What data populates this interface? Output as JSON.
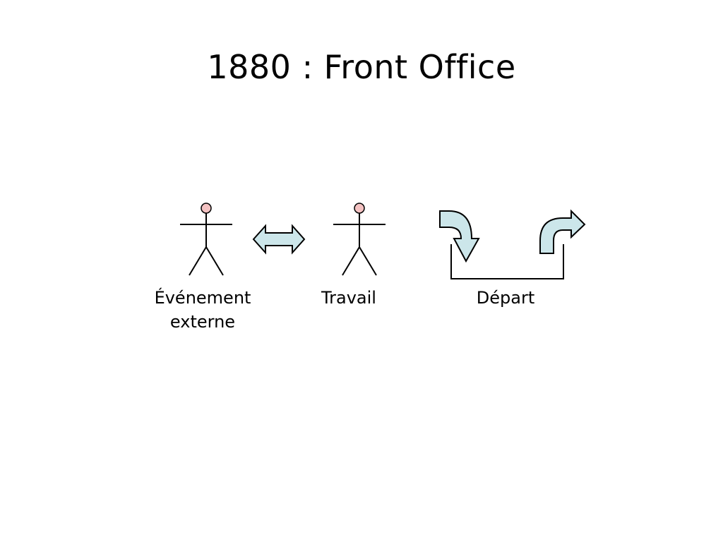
{
  "slide": {
    "title": "1880 : Front Office"
  },
  "diagram": {
    "labels": {
      "event_line1": "Événement",
      "event_line2": "externe",
      "work": "Travail",
      "departure": "Départ"
    },
    "colors": {
      "arrow_fill": "#CCE6EA",
      "head_fill": "#F4C2C2",
      "stroke": "#000000"
    },
    "icons": [
      "stick-figure-icon",
      "double-arrow-icon",
      "curved-down-arrow-icon",
      "curved-up-arrow-icon",
      "bracket-connector"
    ]
  }
}
